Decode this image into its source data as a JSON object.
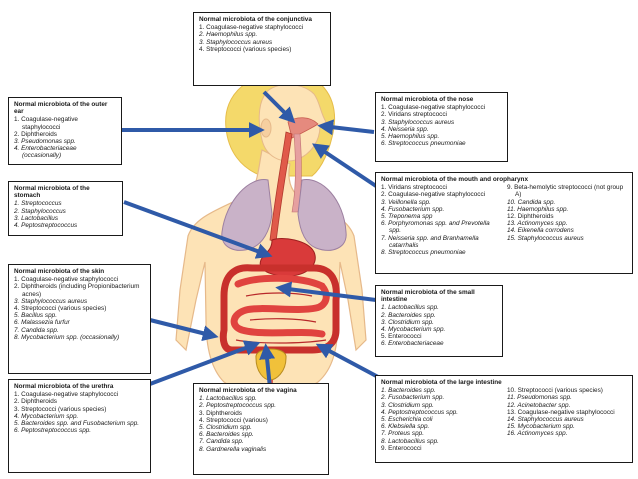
{
  "colors": {
    "arrow": "#2f5aa8",
    "skin": "#fde3b6",
    "skin_line": "#e6b98a",
    "hair": "#f4d96a",
    "lung": "#c9b2c8",
    "stomach": "#d93a3a",
    "intestine": "#e0433f",
    "esophagus": "#e05a4a",
    "bladder": "#f1c13a"
  },
  "boxes": {
    "conjunctiva": {
      "title": "Normal microbiota of the conjunctiva",
      "items": [
        {
          "t": "1. Coagulase-negative staphylococci"
        },
        {
          "t": "2. Haemophilus spp.",
          "i": true
        },
        {
          "t": "3. Staphylococcus aureus",
          "i": true
        },
        {
          "t": "4. Streptococci (various species)"
        }
      ]
    },
    "outer_ear": {
      "title": "Normal microbiota of the outer ear",
      "items": [
        {
          "t": "1. Coagulase-negative staphylococci"
        },
        {
          "t": "2. Diphtheroids"
        },
        {
          "t": "3. Pseudomonas spp.",
          "i": true
        },
        {
          "t": "4. Enterobacteriaceae (occasionally)",
          "i": true
        }
      ]
    },
    "nose": {
      "title": "Normal microbiota of the nose",
      "items": [
        {
          "t": "1. Coagulase-negative staphylococci"
        },
        {
          "t": "2. Viridans streptococci"
        },
        {
          "t": "3. Staphylococcus aureus",
          "i": true
        },
        {
          "t": "4. Neisseria spp.",
          "i": true
        },
        {
          "t": "5. Haemophilus spp.",
          "i": true
        },
        {
          "t": "6. Streptococcus pneumoniae",
          "i": true
        }
      ]
    },
    "stomach": {
      "title": "Normal microbiota of the stomach",
      "items": [
        {
          "t": "1. Streptococcus",
          "i": true
        },
        {
          "t": "2. Staphylococcus",
          "i": true
        },
        {
          "t": "3. Lactobacillus",
          "i": true
        },
        {
          "t": "4. Peptostreptococcus",
          "i": true
        }
      ]
    },
    "mouth": {
      "title": "Normal microbiota of the mouth and oropharynx",
      "col1": [
        {
          "t": "1. Viridans streptococci"
        },
        {
          "t": "2. Coagulase-negative staphylococci"
        },
        {
          "t": "3. Veillonella spp.",
          "i": true
        },
        {
          "t": "4. Fusobacterium spp.",
          "i": true
        },
        {
          "t": "5. Treponema spp",
          "i": true
        },
        {
          "t": "6. Porphyromonas spp. and Prevotella spp.",
          "i": true
        },
        {
          "t": "7. Neisseria spp. and Branhamella catarrhalis",
          "i": true
        },
        {
          "t": "8. Streptococcus pneumoniae",
          "i": true
        }
      ],
      "col2": [
        {
          "t": "9. Beta-hemolytic streptococci (not group A)"
        },
        {
          "t": "10. Candida spp.",
          "i": true
        },
        {
          "t": "11. Haemophilus spp.",
          "i": true
        },
        {
          "t": "12. Diphtheroids"
        },
        {
          "t": "13. Actinomyces spp.",
          "i": true
        },
        {
          "t": "14. Eikenella corrodens",
          "i": true
        },
        {
          "t": "15. Staphylococcus aureus",
          "i": true
        }
      ]
    },
    "skin": {
      "title": "Normal microbiota of the skin",
      "items": [
        {
          "t": "1. Coagulase-negative staphylococci"
        },
        {
          "t": "2. Diphtheroids (including Propionibacterium acnes)"
        },
        {
          "t": "3. Staphylococcus aureus",
          "i": true
        },
        {
          "t": "4. Streptococci (various species)"
        },
        {
          "t": "5. Bacillus spp.",
          "i": true
        },
        {
          "t": "6. Malassezia furfur",
          "i": true
        },
        {
          "t": "7. Candida spp.",
          "i": true
        },
        {
          "t": "8. Mycobacterium spp. (occasionally)",
          "i": true
        }
      ]
    },
    "small_intestine": {
      "title": "Normal microbiota of the small intestine",
      "items": [
        {
          "t": "1. Lactobacillus spp.",
          "i": true
        },
        {
          "t": "2. Bacteroides spp.",
          "i": true
        },
        {
          "t": "3. Clostridium spp.",
          "i": true
        },
        {
          "t": "4. Mycobacterium spp.",
          "i": true
        },
        {
          "t": "5. Enterococci"
        },
        {
          "t": "6. Enterobacteriaceae",
          "i": true
        }
      ]
    },
    "urethra": {
      "title": "Normal microbiota of the urethra",
      "items": [
        {
          "t": "1. Coagulase-negative staphylococci"
        },
        {
          "t": "2. Diphtheroids"
        },
        {
          "t": "3. Streptococci (various species)"
        },
        {
          "t": "4. Mycobacterium spp.",
          "i": true
        },
        {
          "t": "5. Bacteroides spp. and Fusobacterium spp.",
          "i": true
        },
        {
          "t": "6. Peptostreptococcus spp.",
          "i": true
        }
      ]
    },
    "vagina": {
      "title": "Normal microbiota of the vagina",
      "items": [
        {
          "t": "1. Lactobacillus spp.",
          "i": true
        },
        {
          "t": "2. Peptostreptococcus spp.",
          "i": true
        },
        {
          "t": "3. Diphtheroids"
        },
        {
          "t": "4. Streptococci (various)"
        },
        {
          "t": "5. Clostridium spp.",
          "i": true
        },
        {
          "t": "6. Bacteroides spp.",
          "i": true
        },
        {
          "t": "7. Candida spp.",
          "i": true
        },
        {
          "t": "8. Gardnerella vaginalis",
          "i": true
        }
      ]
    },
    "large_intestine": {
      "title": "Normal microbiota of the large intestine",
      "col1": [
        {
          "t": "1. Bacteroides spp.",
          "i": true
        },
        {
          "t": "2. Fusobacterium spp.",
          "i": true
        },
        {
          "t": "3. Clostridium spp.",
          "i": true
        },
        {
          "t": "4. Peptostreptococcus spp.",
          "i": true
        },
        {
          "t": "5. Escherichia coli",
          "i": true
        },
        {
          "t": "6. Klebsiella spp.",
          "i": true
        },
        {
          "t": "7. Proteus spp.",
          "i": true
        },
        {
          "t": "8. Lactobacillus spp.",
          "i": true
        },
        {
          "t": "9. Enterococci"
        }
      ],
      "col2": [
        {
          "t": "10. Streptococci (various species)"
        },
        {
          "t": "11. Pseudomonas spp.",
          "i": true
        },
        {
          "t": "12. Acinetobacter spp.",
          "i": true
        },
        {
          "t": "13. Coagulase-negative staphylococci"
        },
        {
          "t": "14. Staphylococcus aureus",
          "i": true
        },
        {
          "t": "15. Mycobacterium spp.",
          "i": true
        },
        {
          "t": "16. Actinomyces spp.",
          "i": true
        }
      ]
    }
  }
}
